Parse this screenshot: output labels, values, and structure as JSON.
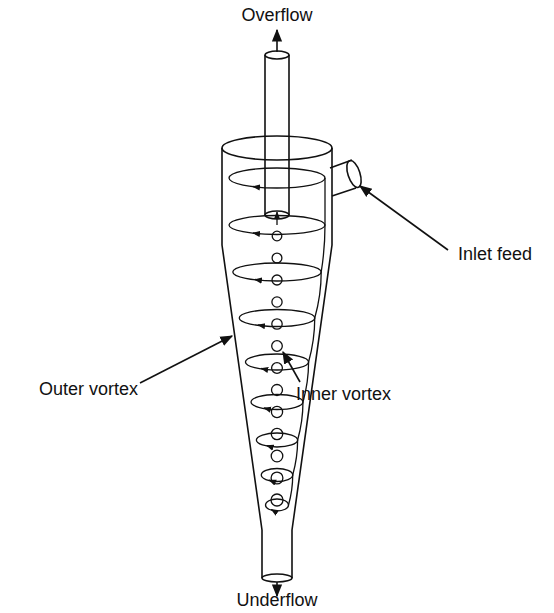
{
  "diagram": {
    "labels": [
      "Overflow",
      "Inlet feed",
      "Outer vortex",
      "Inner vortex",
      "Underflow"
    ]
  }
}
